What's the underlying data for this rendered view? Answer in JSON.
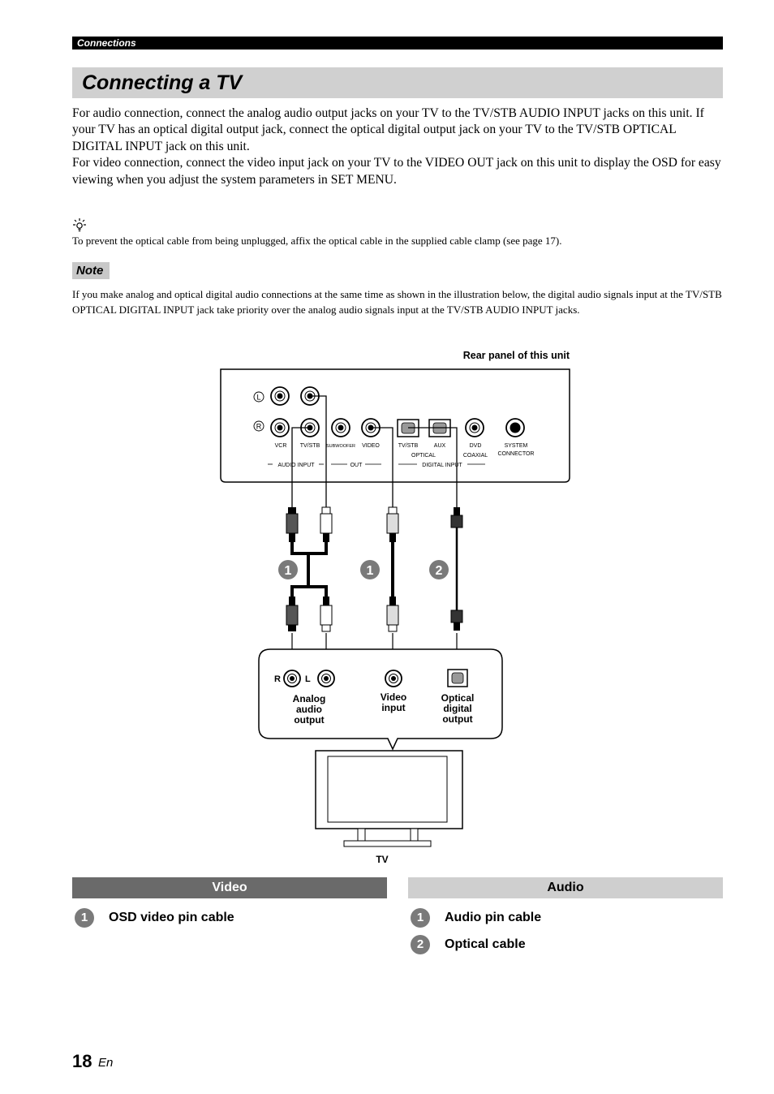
{
  "header": {
    "section": "Connections",
    "title": "Connecting a TV"
  },
  "intro": [
    "For audio connection, connect the analog audio output jacks on your TV to the TV/STB AUDIO INPUT jacks on this unit. If your TV has an optical digital output jack, connect the optical digital output jack on your TV to the TV/STB OPTICAL DIGITAL INPUT jack on this unit.",
    "For video connection, connect the video input jack on your TV to the VIDEO OUT jack on this unit to display the OSD for easy viewing when you adjust the system parameters in SET MENU."
  ],
  "tip": {
    "icon": "lightbulb-tip-icon",
    "text": "To prevent the optical cable from being unplugged, affix the optical cable in the supplied cable clamp (see page 17)."
  },
  "note": {
    "label": "Note",
    "text": "If you make analog and optical digital audio connections at the same time as shown in the illustration below, the digital audio signals input at the TV/STB OPTICAL DIGITAL INPUT jack take priority over the analog audio signals input at the TV/STB AUDIO INPUT jacks."
  },
  "diagram": {
    "rear_panel_caption": "Rear panel of this unit",
    "panel": {
      "ch_left": "L",
      "ch_right": "R",
      "jack_labels": [
        "VCR",
        "TV/STB",
        "SUBWOOFER",
        "VIDEO",
        "TV/STB",
        "AUX",
        "DVD",
        "SYSTEM",
        "CONNECTOR"
      ],
      "optical": "OPTICAL",
      "coaxial": "COAXIAL",
      "group_audio_input": "AUDIO INPUT",
      "group_out": "OUT",
      "group_digital_input": "DIGITAL INPUT"
    },
    "cable_markers": [
      "1",
      "1",
      "2"
    ],
    "tv_jacks": {
      "r": "R",
      "l": "L",
      "analog": [
        "Analog",
        "audio",
        "output"
      ],
      "video": [
        "Video",
        "input"
      ],
      "optical": [
        "Optical",
        "digital",
        "output"
      ]
    },
    "tv_label": "TV"
  },
  "legend": {
    "video": {
      "title": "Video",
      "items": [
        {
          "num": "1",
          "label": "OSD video pin cable"
        }
      ]
    },
    "audio": {
      "title": "Audio",
      "items": [
        {
          "num": "1",
          "label": "Audio pin cable"
        },
        {
          "num": "2",
          "label": "Optical cable"
        }
      ]
    }
  },
  "footer": {
    "page": "18",
    "lang": "En"
  }
}
